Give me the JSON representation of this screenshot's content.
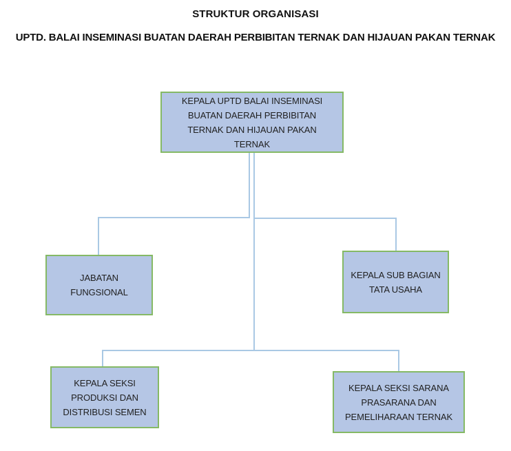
{
  "title": "STRUKTUR ORGANISASI",
  "subtitle": "UPTD. BALAI INSEMINASI BUATAN DAERAH PERBIBITAN TERNAK DAN HIJAUAN PAKAN TERNAK",
  "org_chart": {
    "type": "org-chart",
    "nodes": [
      {
        "id": "kepala-uptd",
        "label": "KEPALA UPTD BALAI INSEMINASI BUATAN DAERAH PERBIBITAN TERNAK DAN HIJAUAN PAKAN TERNAK",
        "reports_to": null
      },
      {
        "id": "jabatan-fungsional",
        "label": "JABATAN FUNGSIONAL",
        "reports_to": "kepala-uptd"
      },
      {
        "id": "kepala-sub-bagian-tata-usaha",
        "label": "KEPALA SUB BAGIAN TATA USAHA",
        "reports_to": "kepala-uptd"
      },
      {
        "id": "kepala-seksi-produksi-dan-distribusi-semen",
        "label": "KEPALA SEKSI PRODUKSI DAN DISTRIBUSI SEMEN",
        "reports_to": "kepala-uptd"
      },
      {
        "id": "kepala-seksi-sarana-prasarana-dan-pemeliharaan-ternak",
        "label": "KEPALA SEKSI SARANA PRASARANA DAN PEMELIHARAAN TERNAK",
        "reports_to": "kepala-uptd"
      }
    ]
  },
  "colors": {
    "box_fill": "#b5c6e5",
    "box_border": "#85b965",
    "connector": "#a9c8e4",
    "text": "#1f1f1f",
    "background": "#ffffff"
  }
}
